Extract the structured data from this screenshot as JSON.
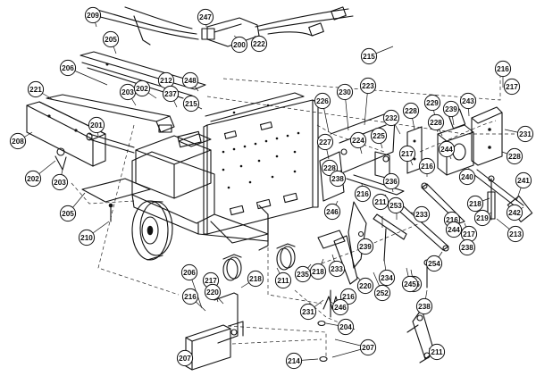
{
  "callouts": [
    "209",
    "247",
    "200",
    "222",
    "205",
    "206",
    "221",
    "203",
    "202",
    "212",
    "248",
    "237",
    "215",
    "201",
    "208",
    "202",
    "203",
    "205",
    "210",
    "215",
    "216",
    "217",
    "226",
    "230",
    "223",
    "227",
    "224",
    "225",
    "232",
    "228",
    "229",
    "239",
    "243",
    "228",
    "231",
    "228",
    "217",
    "216",
    "244",
    "240",
    "241",
    "242",
    "213",
    "219",
    "218",
    "217",
    "216",
    "228",
    "238",
    "216",
    "246",
    "211",
    "236",
    "253",
    "233",
    "244",
    "254",
    "238",
    "236",
    "239",
    "218",
    "235",
    "211",
    "233",
    "216",
    "231",
    "220",
    "252",
    "234",
    "245",
    "238",
    "246",
    "204",
    "207",
    "211",
    "214",
    "207",
    "206",
    "216",
    "217",
    "220",
    "218",
    "218"
  ]
}
